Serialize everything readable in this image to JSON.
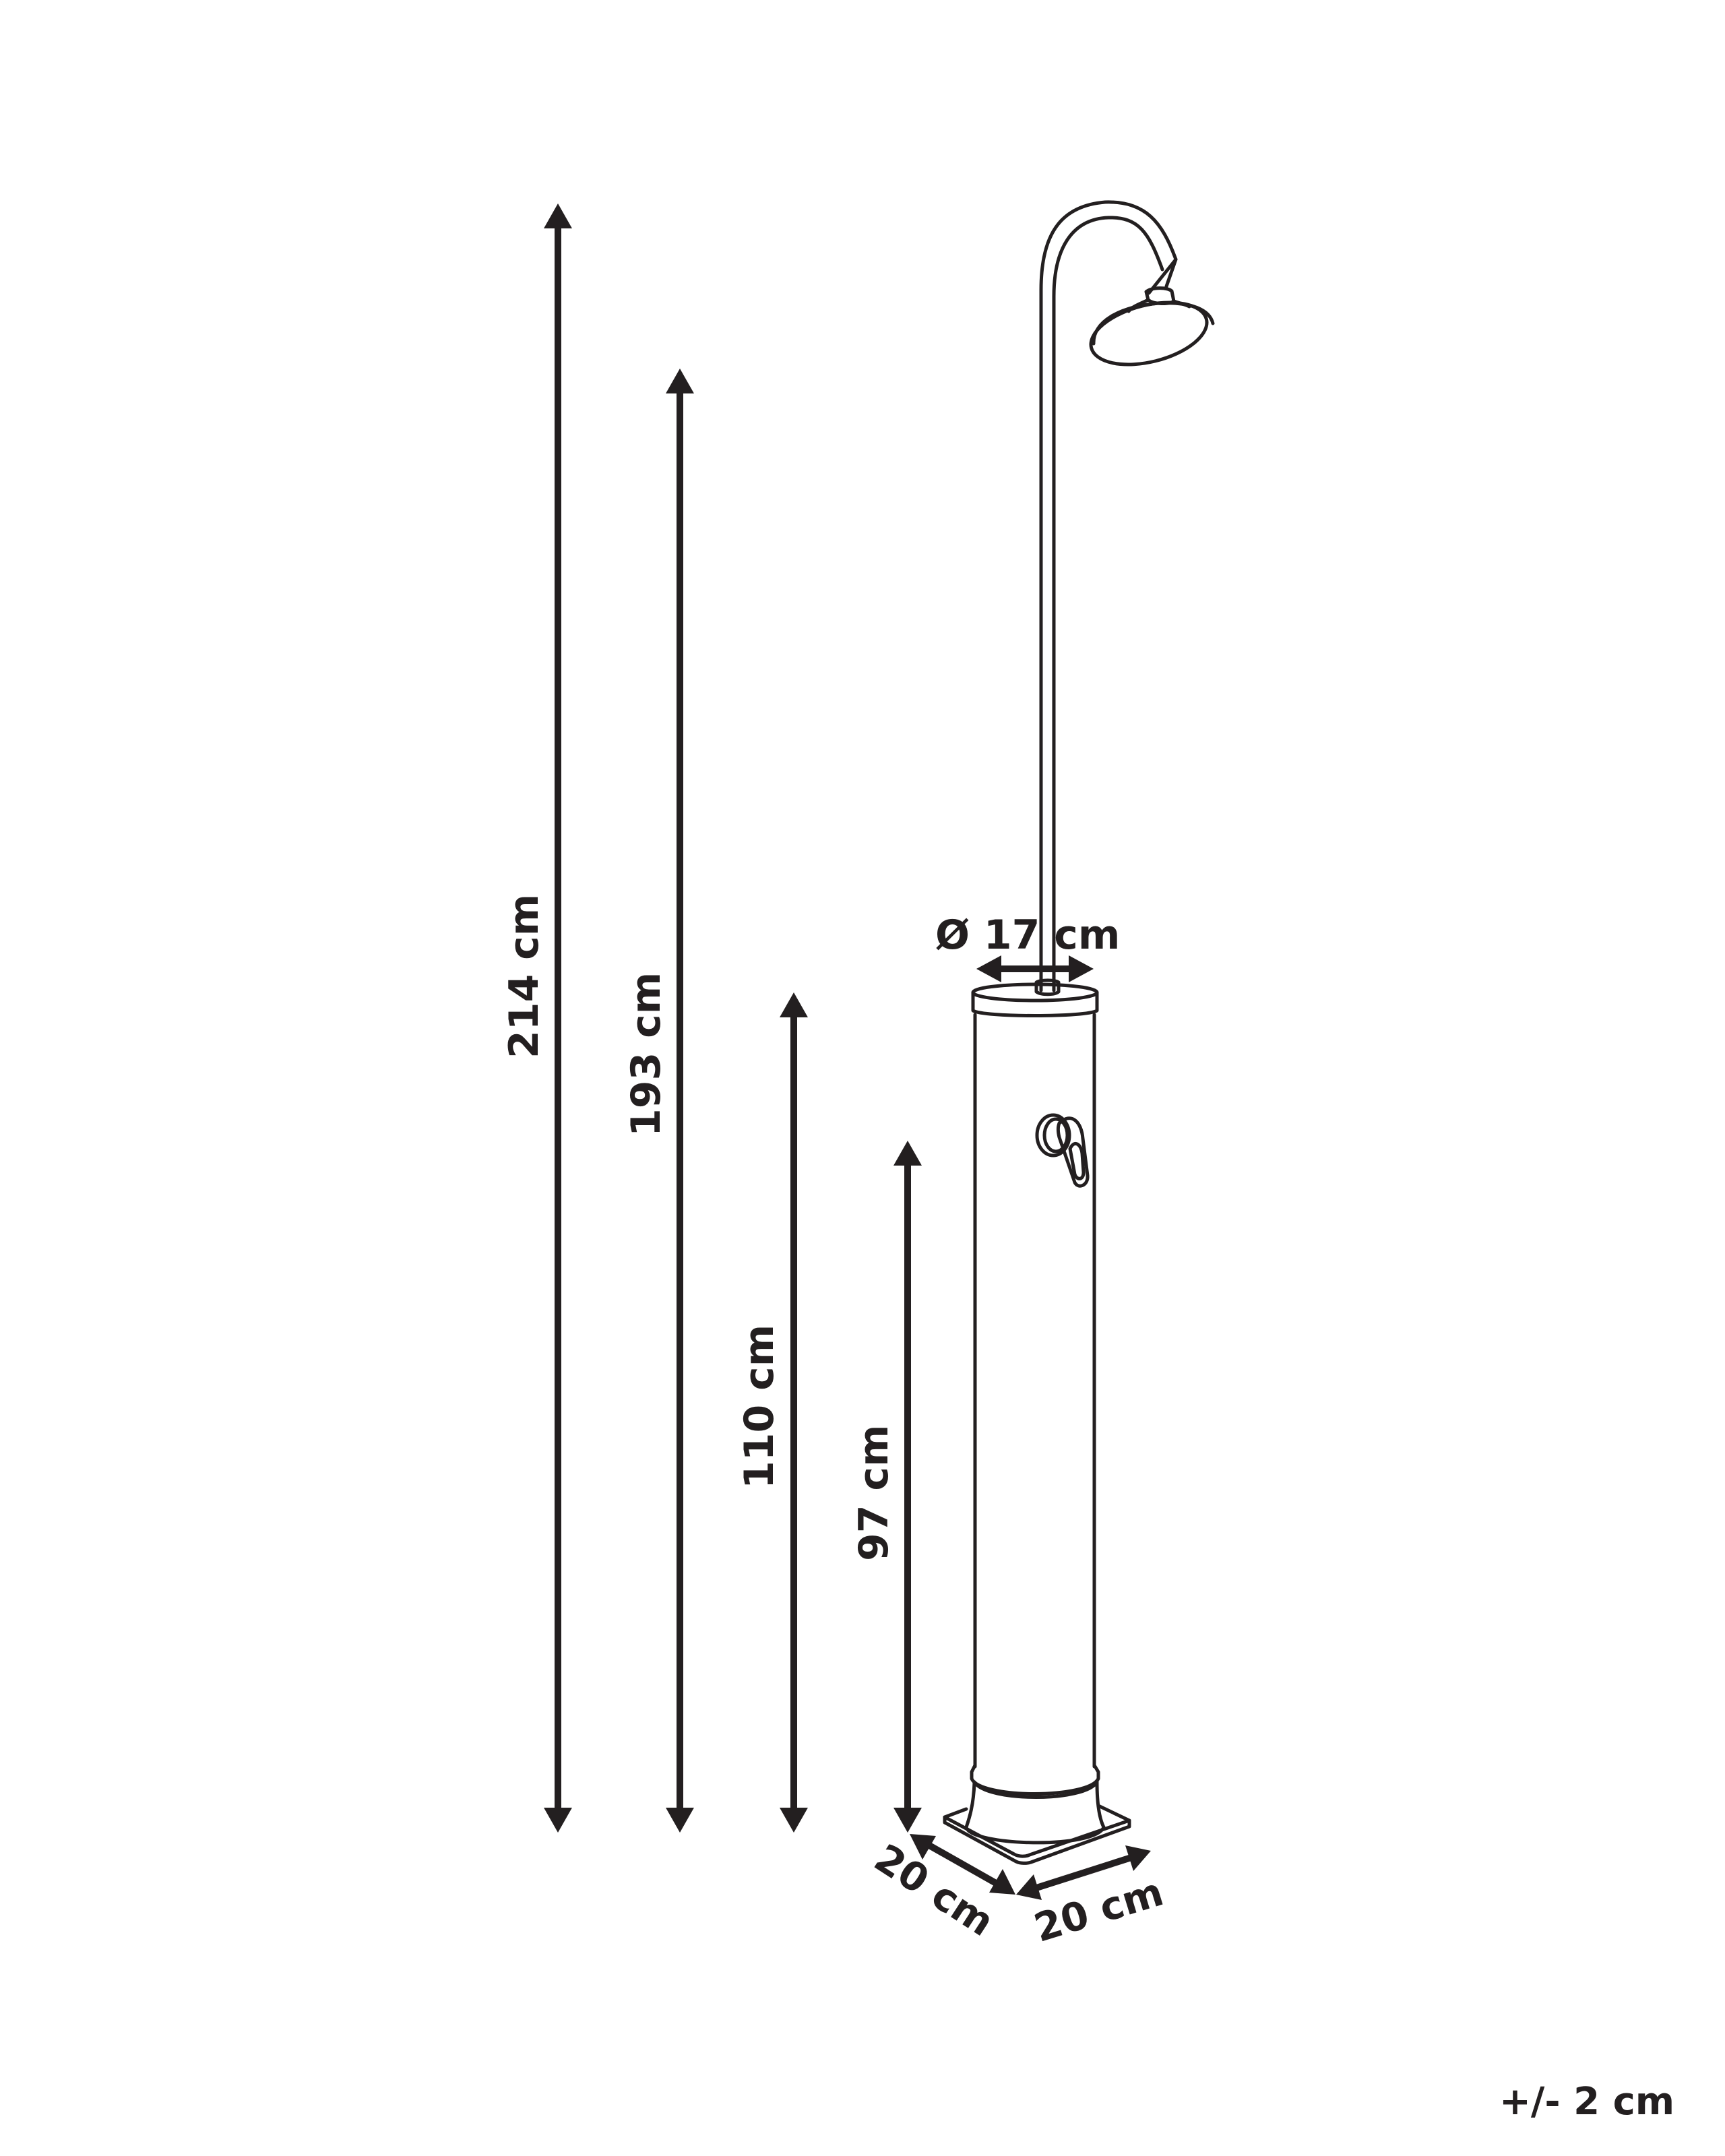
{
  "diagram": {
    "subject": "outdoor shower dimension drawing",
    "line_color": "#231f20",
    "background": "#ffffff",
    "dimensions": {
      "total_height": "214 cm",
      "shower_head_height": "193 cm",
      "tank_height": "110 cm",
      "valve_height": "97 cm",
      "tank_diameter": "Ø 17 cm",
      "base_depth": "20 cm",
      "base_width": "20 cm"
    },
    "tolerance": "+/- 2 cm"
  }
}
